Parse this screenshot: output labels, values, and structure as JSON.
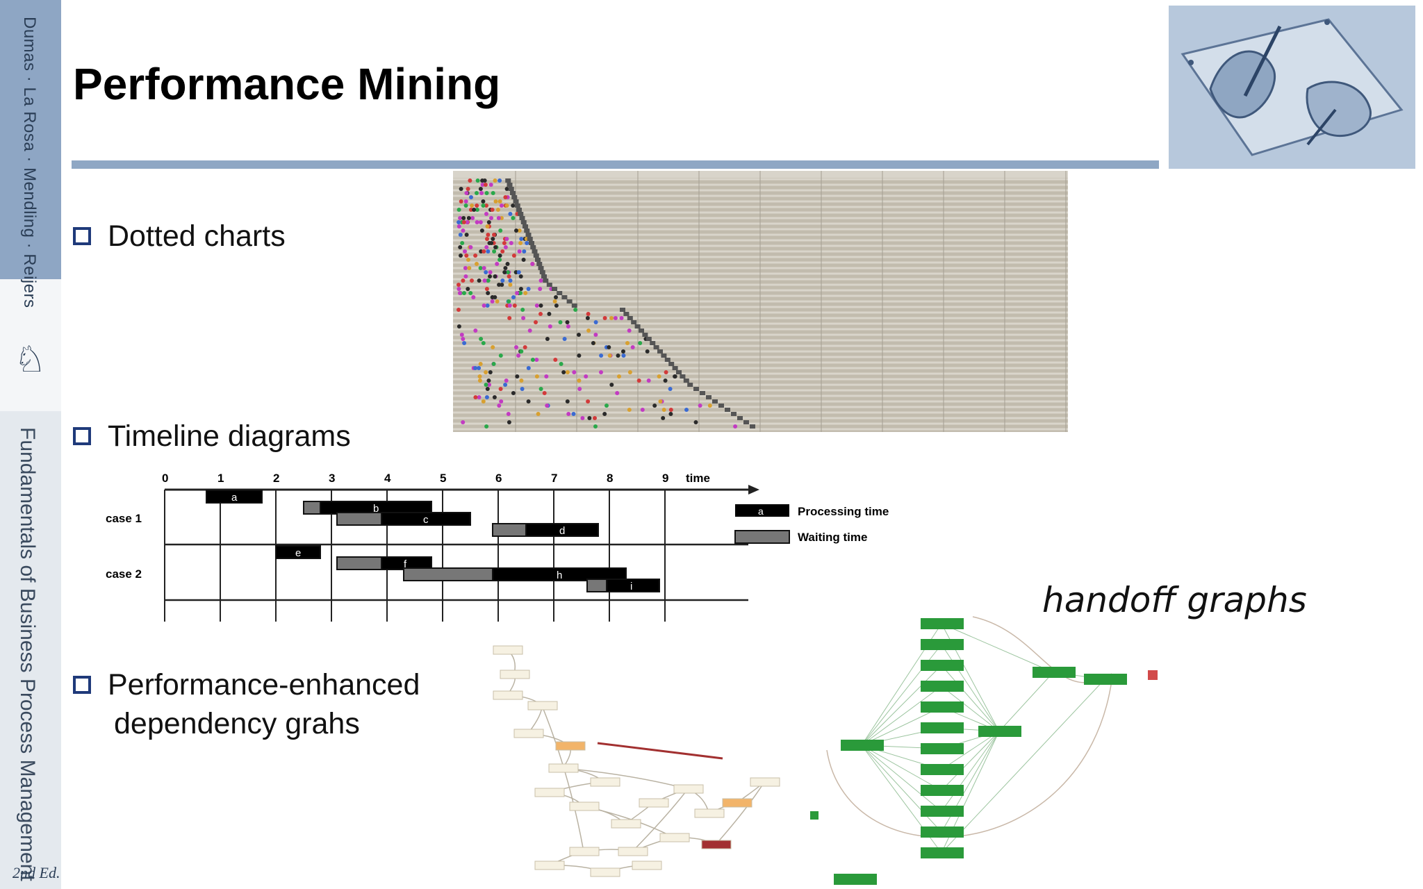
{
  "sidebar": {
    "authors": "Dumas · La Rosa · Mendling · Reijers",
    "book_title": "Fundamentals of Business Process Management",
    "edition": "2nd Ed.",
    "logo_icon": "knight-chess-icon"
  },
  "slide": {
    "title": "Performance Mining",
    "bullets": [
      {
        "line1": "Dotted charts",
        "line2": ""
      },
      {
        "line1": "Timeline diagrams",
        "line2": ""
      },
      {
        "line1": "Performance-enhanced",
        "line2": "dependency grahs"
      }
    ],
    "handoff_label": "handoff graphs"
  },
  "timeline": {
    "ticks": [
      "0",
      "1",
      "2",
      "3",
      "4",
      "5",
      "6",
      "7",
      "8",
      "9"
    ],
    "time_label": "time",
    "cases": [
      "case 1",
      "case 2"
    ],
    "legend": {
      "processing": "Processing time",
      "waiting": "Waiting time",
      "sample": "a"
    },
    "bars": [
      {
        "case": 0,
        "row": 0,
        "label": "a",
        "wait": [
          0,
          0
        ],
        "proc": [
          0.75,
          1.75
        ]
      },
      {
        "case": 0,
        "row": 1,
        "label": "b",
        "wait": [
          2.5,
          2.8
        ],
        "proc": [
          2.8,
          4.8
        ]
      },
      {
        "case": 0,
        "row": 2,
        "label": "c",
        "wait": [
          3.1,
          3.9
        ],
        "proc": [
          3.9,
          5.5
        ]
      },
      {
        "case": 0,
        "row": 3,
        "label": "d",
        "wait": [
          5.9,
          6.5
        ],
        "proc": [
          6.5,
          7.8
        ]
      },
      {
        "case": 1,
        "row": 0,
        "label": "e",
        "wait": [
          0,
          0
        ],
        "proc": [
          2.0,
          2.8
        ]
      },
      {
        "case": 1,
        "row": 1,
        "label": "f",
        "wait": [
          3.1,
          3.9
        ],
        "proc": [
          3.9,
          4.8
        ]
      },
      {
        "case": 1,
        "row": 2,
        "label": "h",
        "wait": [
          4.3,
          5.9
        ],
        "proc": [
          5.9,
          8.3
        ]
      },
      {
        "case": 1,
        "row": 3,
        "label": "i",
        "wait": [
          7.6,
          7.95
        ],
        "proc": [
          7.95,
          8.9
        ]
      }
    ]
  },
  "colors": {
    "accent": "#8fa7c4",
    "bullet_box": "#1f3a7a",
    "dotted_bg": "#bdb7a8",
    "handoff_node": "#2a9a3a",
    "dep_highlight": "#a23030"
  }
}
